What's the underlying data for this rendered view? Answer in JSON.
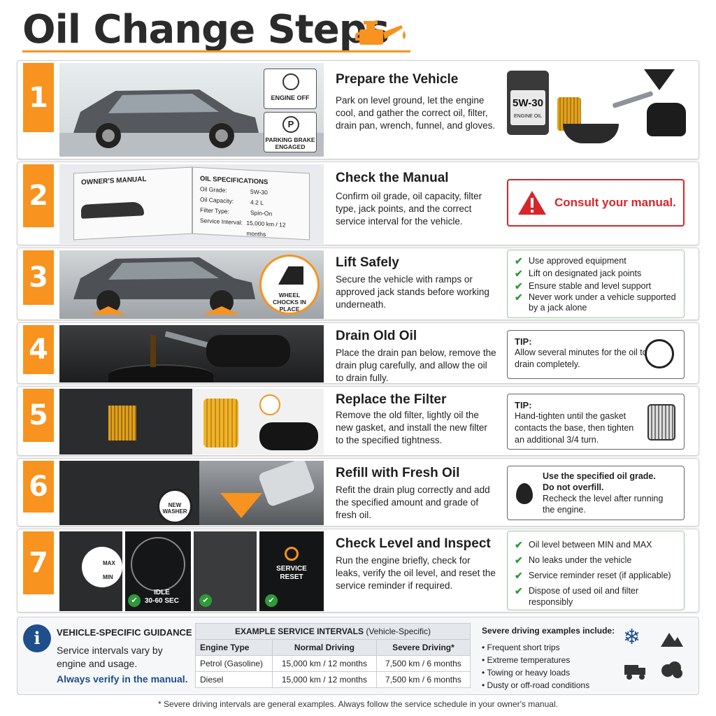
{
  "title": "Oil Change Steps",
  "accent": "#f7931e",
  "steps": [
    {
      "num": "1",
      "title": "Prepare the Vehicle",
      "text": "Park on level ground, let the engine cool, and gather the correct oil, filter, drain pan, wrench, funnel, and gloves.",
      "badges": [
        "ENGINE OFF",
        "PARKING BRAKE ENGAGED"
      ],
      "oil_label": "5W-30",
      "oil_sub": "ENGINE OIL"
    },
    {
      "num": "2",
      "title": "Check the Manual",
      "text": "Confirm oil grade, oil capacity, filter type, jack points, and the correct service interval for the vehicle.",
      "alert": "Consult your manual.",
      "manual": {
        "left_title": "OWNER'S MANUAL",
        "right_title": "OIL SPECIFICATIONS",
        "rows": [
          [
            "Oil Grade:",
            "5W-30"
          ],
          [
            "Oil Capacity:",
            "4.2 L"
          ],
          [
            "Filter Type:",
            "Spin-On"
          ],
          [
            "Service Interval:",
            "15,000 km / 12 months"
          ]
        ]
      }
    },
    {
      "num": "3",
      "title": "Lift Safely",
      "text": "Secure the vehicle with ramps or approved jack stands before working underneath.",
      "badge": "WHEEL CHOCKS IN PLACE",
      "checks": [
        "Use approved equipment",
        "Lift on designated jack points",
        "Ensure stable and level support",
        "Never work under a vehicle supported by a jack alone"
      ]
    },
    {
      "num": "4",
      "title": "Drain Old Oil",
      "text": "Place the drain pan below, remove the drain plug carefully, and allow the oil to drain fully.",
      "tip_h": "TIP:",
      "tip": "Allow several minutes for the oil to drain completely."
    },
    {
      "num": "5",
      "title": "Replace the Filter",
      "text": "Remove the old filter, lightly oil the new gasket, and install the new filter to the specified tightness.",
      "tip_h": "TIP:",
      "tip": "Hand-tighten until the gasket contacts the base, then tighten an additional 3/4 turn."
    },
    {
      "num": "6",
      "title": "Refill with Fresh Oil",
      "text": "Refit the drain plug correctly and add the specified amount and grade of fresh oil.",
      "badge": "NEW WASHER",
      "info": [
        "Use the specified oil grade.",
        "Do not overfill.",
        "Recheck the level after running the engine."
      ]
    },
    {
      "num": "7",
      "title": "Check Level and Inspect",
      "text": "Run the engine briefly, check for leaks, verify the oil level, and reset the service reminder if required.",
      "dip": [
        "MAX",
        "MIN"
      ],
      "idle": [
        "IDLE",
        "30-60 SEC"
      ],
      "reset": "SERVICE RESET",
      "checks": [
        "Oil level between MIN and MAX",
        "No leaks under the vehicle",
        "Service reminder reset (if applicable)",
        "Dispose of used oil and filter responsibly"
      ]
    }
  ],
  "guidance": {
    "title": "VEHICLE-SPECIFIC GUIDANCE",
    "text": "Service intervals vary by engine and usage.",
    "verify": "Always verify in the manual."
  },
  "table": {
    "caption_bold": "EXAMPLE SERVICE INTERVALS",
    "caption": "(Vehicle-Specific)",
    "headers": [
      "Engine Type",
      "Normal Driving",
      "Severe Driving*"
    ],
    "rows": [
      [
        "Petrol (Gasoline)",
        "15,000 km / 12 months",
        "7,500 km / 6 months"
      ],
      [
        "Diesel",
        "15,000 km / 12 months",
        "7,500 km / 6 months"
      ]
    ]
  },
  "severe": {
    "title": "Severe driving examples include:",
    "items": [
      "Frequent short trips",
      "Extreme temperatures",
      "Towing or heavy loads",
      "Dusty or off-road conditions"
    ]
  },
  "note": "* Severe driving intervals are general examples. Always follow the service schedule in your owner's manual."
}
